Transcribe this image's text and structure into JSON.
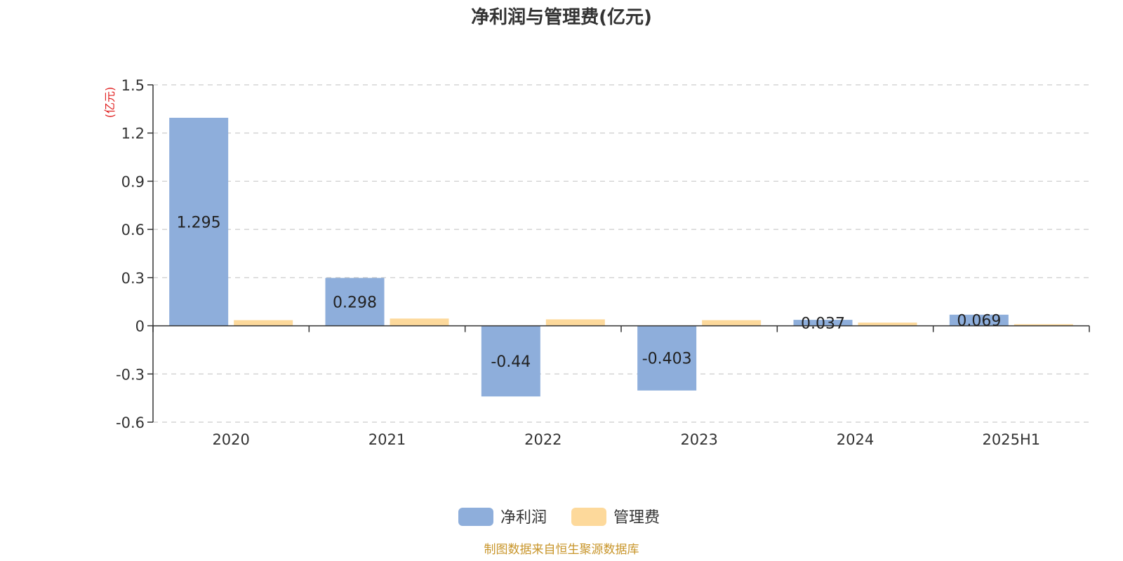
{
  "chart_data": {
    "type": "bar",
    "title": "净利润与管理费(亿元)",
    "unit_label": "(亿元)",
    "categories": [
      "2020",
      "2021",
      "2022",
      "2023",
      "2024",
      "2025H1"
    ],
    "series": [
      {
        "name": "净利润",
        "color": "#8eaedb",
        "values": [
          1.295,
          0.298,
          -0.44,
          -0.403,
          0.037,
          0.069
        ],
        "labels": [
          "1.295",
          "0.298",
          "-0.44",
          "-0.403",
          "0.037",
          "0.069"
        ]
      },
      {
        "name": "管理费",
        "color": "#fdd99b",
        "values": [
          0.035,
          0.045,
          0.04,
          0.035,
          0.02,
          0.01
        ]
      }
    ],
    "ylim": [
      -0.6,
      1.5
    ],
    "yticks": [
      -0.6,
      -0.3,
      0,
      0.3,
      0.6,
      0.9,
      1.2,
      1.5
    ],
    "ytick_labels": [
      "-0.6",
      "-0.3",
      "0",
      "0.3",
      "0.6",
      "0.9",
      "1.2",
      "1.5"
    ],
    "grid": true,
    "legend_position": "bottom-center",
    "source_note": "制图数据来自恒生聚源数据库"
  }
}
